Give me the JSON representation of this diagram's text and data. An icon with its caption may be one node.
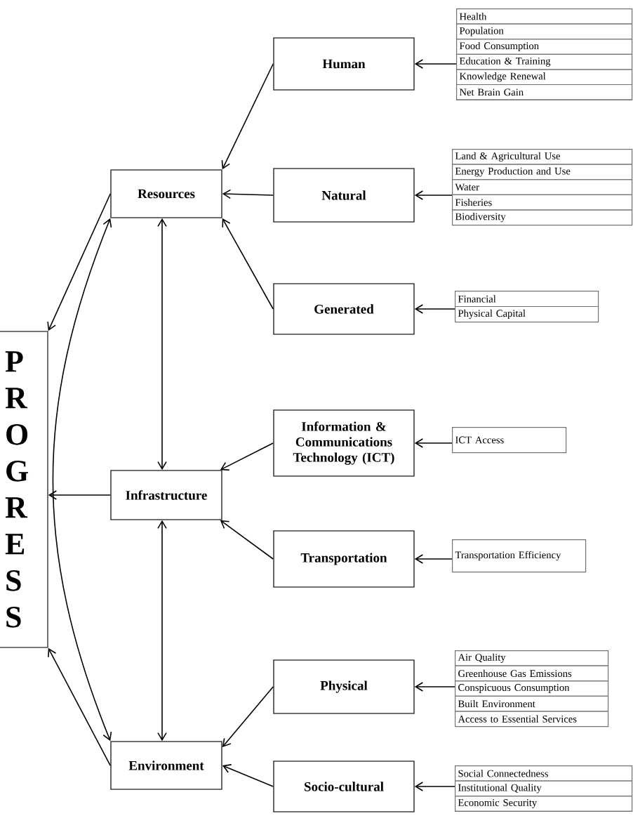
{
  "diagram": {
    "nodes": [
      {
        "text": [
          "PROGRESS"
        ]
      },
      {
        "text": [
          "Resources"
        ]
      },
      {
        "text": [
          "Infrastructure"
        ]
      },
      {
        "text": [
          "Environment"
        ]
      },
      {
        "text": [
          "Human"
        ]
      },
      {
        "text": [
          "Natural"
        ]
      },
      {
        "text": [
          "Generated"
        ]
      },
      {
        "text": [
          "Information & Communications Technology (ICT)"
        ]
      },
      {
        "text": [
          "Transportation"
        ]
      },
      {
        "text": [
          "Physical"
        ]
      },
      {
        "text": [
          "Socio-cultural"
        ]
      },
      {
        "text": [
          "Health",
          "Population",
          "Food Consumption",
          "Education & Training",
          "Knowledge Renewal",
          "Net Brain Gain"
        ]
      },
      {
        "text": [
          "Land & Agricultural Use",
          "Energy Production and Use",
          "Water",
          "Fisheries",
          "Biodiversity"
        ]
      },
      {
        "text": [
          "Financial",
          "Physical Capital"
        ]
      },
      {
        "text": [
          "ICT Access"
        ]
      },
      {
        "text": [
          "Transportation Efficiency"
        ]
      },
      {
        "text": [
          "Air Quality",
          "Greenhouse Gas Emissions",
          "Conspicuous Consumption",
          "Built Environment",
          "Access to Essential Services"
        ]
      },
      {
        "text": [
          "Social Connectedness",
          "Institutional Quality",
          "Economic Security"
        ]
      }
    ],
    "edges": [
      {
        "from": 4,
        "to": 1,
        "arrow": "to"
      },
      {
        "from": 5,
        "to": 1,
        "arrow": "to"
      },
      {
        "from": 6,
        "to": 1,
        "arrow": "to"
      },
      {
        "from": 1,
        "to": 0,
        "arrow": "to"
      },
      {
        "from": 2,
        "to": 0,
        "arrow": "to"
      },
      {
        "from": 3,
        "to": 0,
        "arrow": "to"
      },
      {
        "from": 1,
        "to": 2,
        "arrow": "both"
      },
      {
        "from": 2,
        "to": 3,
        "arrow": "both"
      },
      {
        "from": 3,
        "to": 1,
        "arrow": "both"
      },
      {
        "from": 7,
        "to": 2,
        "arrow": "to"
      },
      {
        "from": 8,
        "to": 2,
        "arrow": "to"
      },
      {
        "from": 9,
        "to": 3,
        "arrow": "to"
      },
      {
        "from": 10,
        "to": 3,
        "arrow": "to"
      },
      {
        "from": 11,
        "to": 4,
        "arrow": "to"
      },
      {
        "from": 12,
        "to": 5,
        "arrow": "to"
      },
      {
        "from": 13,
        "to": 6,
        "arrow": "to"
      },
      {
        "from": 14,
        "to": 7,
        "arrow": "to"
      },
      {
        "from": 15,
        "to": 8,
        "arrow": "to"
      },
      {
        "from": 16,
        "to": 9,
        "arrow": "to"
      },
      {
        "from": 17,
        "to": 10,
        "arrow": "to"
      }
    ]
  }
}
